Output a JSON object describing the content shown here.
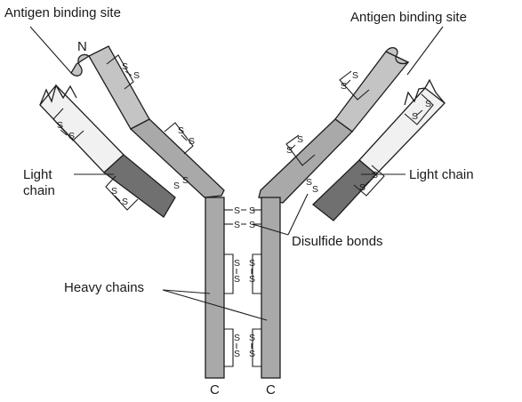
{
  "labels": {
    "antigen_binding_site_left": "Antigen binding site",
    "antigen_binding_site_right": "Antigen binding site",
    "light_chain_left_line1": "Light",
    "light_chain_left_line2": "chain",
    "light_chain_right": "Light chain",
    "disulfide_bonds": "Disulfide bonds",
    "heavy_chains": "Heavy chains",
    "n_terminus": "N",
    "c_terminus_left": "C",
    "c_terminus_right": "C",
    "sulfur": "S"
  },
  "colors": {
    "variable_region": "#c4c4c4",
    "constant_region": "#a9a9a9",
    "light_variable": "#f1f1f1",
    "light_constant": "#707070",
    "outline": "#1e1e1e"
  }
}
